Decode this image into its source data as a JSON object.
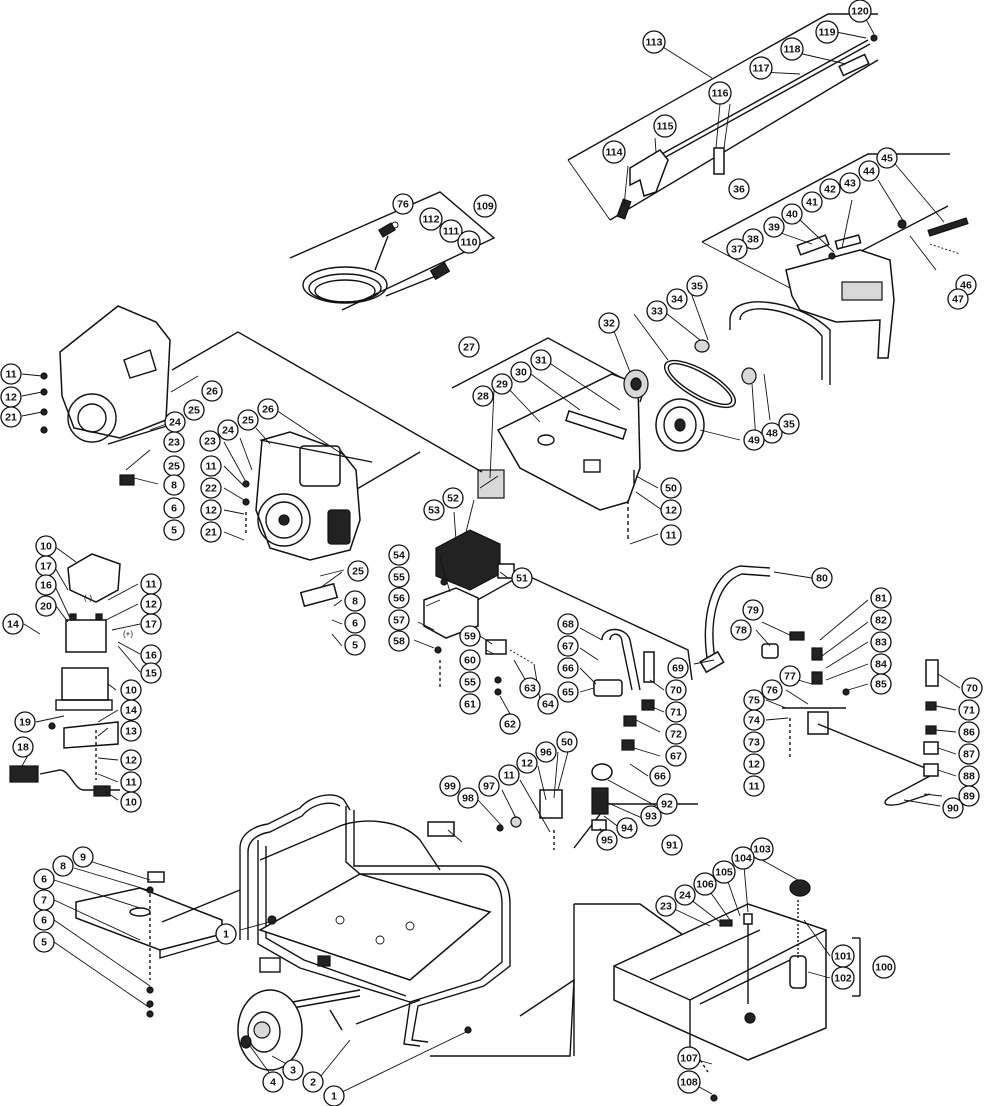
{
  "polarity": {
    "negative": "(-)",
    "positive": "(+)"
  },
  "callouts": [
    {
      "id": "c-120",
      "label": "120"
    },
    {
      "id": "c-119",
      "label": "119"
    },
    {
      "id": "c-113",
      "label": "113"
    },
    {
      "id": "c-118",
      "label": "118"
    },
    {
      "id": "c-117",
      "label": "117"
    },
    {
      "id": "c-116",
      "label": "116"
    },
    {
      "id": "c-115",
      "label": "115"
    },
    {
      "id": "c-114",
      "label": "114"
    },
    {
      "id": "c-45",
      "label": "45"
    },
    {
      "id": "c-44",
      "label": "44"
    },
    {
      "id": "c-43",
      "label": "43"
    },
    {
      "id": "c-36",
      "label": "36"
    },
    {
      "id": "c-42",
      "label": "42"
    },
    {
      "id": "c-41",
      "label": "41"
    },
    {
      "id": "c-40",
      "label": "40"
    },
    {
      "id": "c-39",
      "label": "39"
    },
    {
      "id": "c-38",
      "label": "38"
    },
    {
      "id": "c-37",
      "label": "37"
    },
    {
      "id": "c-46",
      "label": "46"
    },
    {
      "id": "c-47",
      "label": "47"
    },
    {
      "id": "c-76a",
      "label": "76"
    },
    {
      "id": "c-112",
      "label": "112"
    },
    {
      "id": "c-109",
      "label": "109"
    },
    {
      "id": "c-111",
      "label": "111"
    },
    {
      "id": "c-110",
      "label": "110"
    },
    {
      "id": "c-35a",
      "label": "35"
    },
    {
      "id": "c-34",
      "label": "34"
    },
    {
      "id": "c-33",
      "label": "33"
    },
    {
      "id": "c-32",
      "label": "32"
    },
    {
      "id": "c-27",
      "label": "27"
    },
    {
      "id": "c-31",
      "label": "31"
    },
    {
      "id": "c-30",
      "label": "30"
    },
    {
      "id": "c-29",
      "label": "29"
    },
    {
      "id": "c-28",
      "label": "28"
    },
    {
      "id": "c-48",
      "label": "48"
    },
    {
      "id": "c-35b",
      "label": "35"
    },
    {
      "id": "c-49",
      "label": "49"
    },
    {
      "id": "c-50a",
      "label": "50"
    },
    {
      "id": "c-12a",
      "label": "12"
    },
    {
      "id": "c-11a",
      "label": "11"
    },
    {
      "id": "c-11b",
      "label": "11"
    },
    {
      "id": "c-12b",
      "label": "12"
    },
    {
      "id": "c-21a",
      "label": "21"
    },
    {
      "id": "c-26a",
      "label": "26"
    },
    {
      "id": "c-25a",
      "label": "25"
    },
    {
      "id": "c-24a",
      "label": "24"
    },
    {
      "id": "c-23a",
      "label": "23"
    },
    {
      "id": "c-25b",
      "label": "25"
    },
    {
      "id": "c-8a",
      "label": "8"
    },
    {
      "id": "c-6a",
      "label": "6"
    },
    {
      "id": "c-5a",
      "label": "5"
    },
    {
      "id": "c-25c",
      "label": "25"
    },
    {
      "id": "c-26b",
      "label": "26"
    },
    {
      "id": "c-24b",
      "label": "24"
    },
    {
      "id": "c-23b",
      "label": "23"
    },
    {
      "id": "c-11c",
      "label": "11"
    },
    {
      "id": "c-22",
      "label": "22"
    },
    {
      "id": "c-12c",
      "label": "12"
    },
    {
      "id": "c-21b",
      "label": "21"
    },
    {
      "id": "c-52",
      "label": "52"
    },
    {
      "id": "c-53",
      "label": "53"
    },
    {
      "id": "c-51",
      "label": "51"
    },
    {
      "id": "c-25d",
      "label": "25"
    },
    {
      "id": "c-8b",
      "label": "8"
    },
    {
      "id": "c-6b",
      "label": "6"
    },
    {
      "id": "c-5b",
      "label": "5"
    },
    {
      "id": "c-10a",
      "label": "10"
    },
    {
      "id": "c-17a",
      "label": "17"
    },
    {
      "id": "c-11d",
      "label": "11"
    },
    {
      "id": "c-16a",
      "label": "16"
    },
    {
      "id": "c-12d",
      "label": "12"
    },
    {
      "id": "c-20",
      "label": "20"
    },
    {
      "id": "c-14a",
      "label": "14"
    },
    {
      "id": "c-17b",
      "label": "17"
    },
    {
      "id": "c-16b",
      "label": "16"
    },
    {
      "id": "c-15",
      "label": "15"
    },
    {
      "id": "c-10b",
      "label": "10"
    },
    {
      "id": "c-14b",
      "label": "14"
    },
    {
      "id": "c-19",
      "label": "19"
    },
    {
      "id": "c-13",
      "label": "13"
    },
    {
      "id": "c-18",
      "label": "18"
    },
    {
      "id": "c-12e",
      "label": "12"
    },
    {
      "id": "c-11e",
      "label": "11"
    },
    {
      "id": "c-10c",
      "label": "10"
    },
    {
      "id": "c-54",
      "label": "54"
    },
    {
      "id": "c-55a",
      "label": "55"
    },
    {
      "id": "c-56",
      "label": "56"
    },
    {
      "id": "c-57",
      "label": "57"
    },
    {
      "id": "c-58",
      "label": "58"
    },
    {
      "id": "c-59",
      "label": "59"
    },
    {
      "id": "c-60",
      "label": "60"
    },
    {
      "id": "c-55b",
      "label": "55"
    },
    {
      "id": "c-61",
      "label": "61"
    },
    {
      "id": "c-62",
      "label": "62"
    },
    {
      "id": "c-63",
      "label": "63"
    },
    {
      "id": "c-64",
      "label": "64"
    },
    {
      "id": "c-68",
      "label": "68"
    },
    {
      "id": "c-67a",
      "label": "67"
    },
    {
      "id": "c-66a",
      "label": "66"
    },
    {
      "id": "c-65",
      "label": "65"
    },
    {
      "id": "c-69",
      "label": "69"
    },
    {
      "id": "c-70a",
      "label": "70"
    },
    {
      "id": "c-71a",
      "label": "71"
    },
    {
      "id": "c-72",
      "label": "72"
    },
    {
      "id": "c-67b",
      "label": "67"
    },
    {
      "id": "c-66b",
      "label": "66"
    },
    {
      "id": "c-80",
      "label": "80"
    },
    {
      "id": "c-79",
      "label": "79"
    },
    {
      "id": "c-78",
      "label": "78"
    },
    {
      "id": "c-81",
      "label": "81"
    },
    {
      "id": "c-82",
      "label": "82"
    },
    {
      "id": "c-83",
      "label": "83"
    },
    {
      "id": "c-84",
      "label": "84"
    },
    {
      "id": "c-85",
      "label": "85"
    },
    {
      "id": "c-77",
      "label": "77"
    },
    {
      "id": "c-76b",
      "label": "76"
    },
    {
      "id": "c-75",
      "label": "75"
    },
    {
      "id": "c-74",
      "label": "74"
    },
    {
      "id": "c-73",
      "label": "73"
    },
    {
      "id": "c-12f",
      "label": "12"
    },
    {
      "id": "c-11f",
      "label": "11"
    },
    {
      "id": "c-70b",
      "label": "70"
    },
    {
      "id": "c-71b",
      "label": "71"
    },
    {
      "id": "c-86a",
      "label": "86"
    },
    {
      "id": "c-87",
      "label": "87"
    },
    {
      "id": "c-88",
      "label": "88"
    },
    {
      "id": "c-89",
      "label": "89"
    },
    {
      "id": "c-90",
      "label": "90"
    },
    {
      "id": "c-96",
      "label": "96"
    },
    {
      "id": "c-50b",
      "label": "50"
    },
    {
      "id": "c-12g",
      "label": "12"
    },
    {
      "id": "c-11g",
      "label": "11"
    },
    {
      "id": "c-99",
      "label": "99"
    },
    {
      "id": "c-98",
      "label": "98"
    },
    {
      "id": "c-97",
      "label": "97"
    },
    {
      "id": "c-92",
      "label": "92"
    },
    {
      "id": "c-93",
      "label": "93"
    },
    {
      "id": "c-94",
      "label": "94"
    },
    {
      "id": "c-95",
      "label": "95"
    },
    {
      "id": "c-91",
      "label": "91"
    },
    {
      "id": "c-9",
      "label": "9"
    },
    {
      "id": "c-8c",
      "label": "8"
    },
    {
      "id": "c-6c",
      "label": "6"
    },
    {
      "id": "c-7",
      "label": "7"
    },
    {
      "id": "c-6d",
      "label": "6"
    },
    {
      "id": "c-5c",
      "label": "5"
    },
    {
      "id": "c-1a",
      "label": "1"
    },
    {
      "id": "c-4",
      "label": "4"
    },
    {
      "id": "c-3",
      "label": "3"
    },
    {
      "id": "c-2",
      "label": "2"
    },
    {
      "id": "c-1b",
      "label": "1"
    },
    {
      "id": "c-103",
      "label": "103"
    },
    {
      "id": "c-104",
      "label": "104"
    },
    {
      "id": "c-105",
      "label": "105"
    },
    {
      "id": "c-106",
      "label": "106"
    },
    {
      "id": "c-24c",
      "label": "24"
    },
    {
      "id": "c-23c",
      "label": "23"
    },
    {
      "id": "c-101",
      "label": "101"
    },
    {
      "id": "c-102",
      "label": "102"
    },
    {
      "id": "c-100",
      "label": "100"
    },
    {
      "id": "c-107",
      "label": "107"
    },
    {
      "id": "c-108",
      "label": "108"
    }
  ]
}
